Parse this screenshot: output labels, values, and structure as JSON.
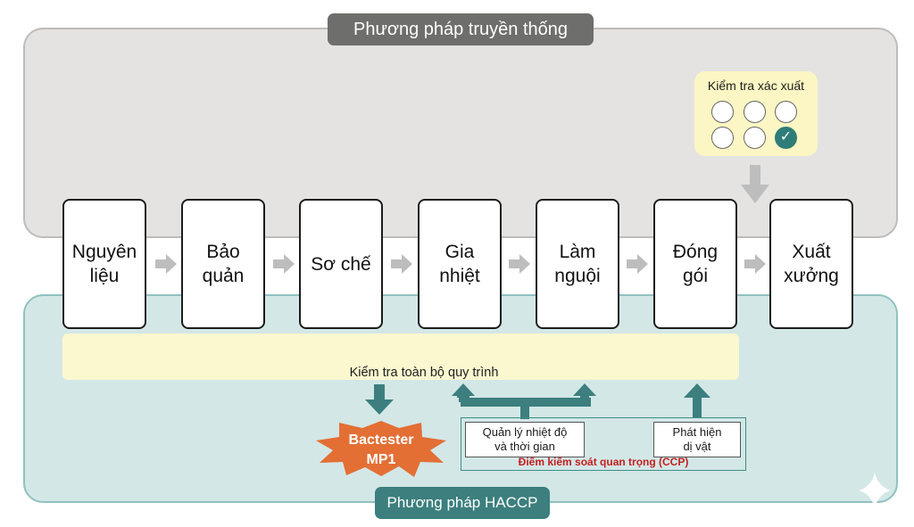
{
  "traditional": {
    "title": "Phương pháp truyền thống"
  },
  "haccp": {
    "title": "Phương pháp HACCP"
  },
  "steps": [
    "Nguyên\nliệu",
    "Bảo\nquản",
    "Sơ chế",
    "Gia\nnhiệt",
    "Làm\nnguội",
    "Đóng\ngói",
    "Xuất\nxưởng"
  ],
  "sampling": {
    "label": "Kiểm tra xác xuất",
    "circles": 6,
    "checked_index": 5,
    "check_glyph": "✓"
  },
  "whole_process": {
    "label": "Kiểm tra toàn bộ quy trình"
  },
  "bactester": {
    "label": "Bactester\nMP1"
  },
  "ccp": {
    "items": [
      "Quản lý nhiệt độ\nvà thời gian",
      "Phát hiện\ndị vật"
    ],
    "label": "Điểm kiểm soát quan trọng (CCP)"
  },
  "colors": {
    "arrow_gray": "#bdbdbd",
    "arrow_teal": "#3c7f7e",
    "burst": "#e36f35"
  }
}
